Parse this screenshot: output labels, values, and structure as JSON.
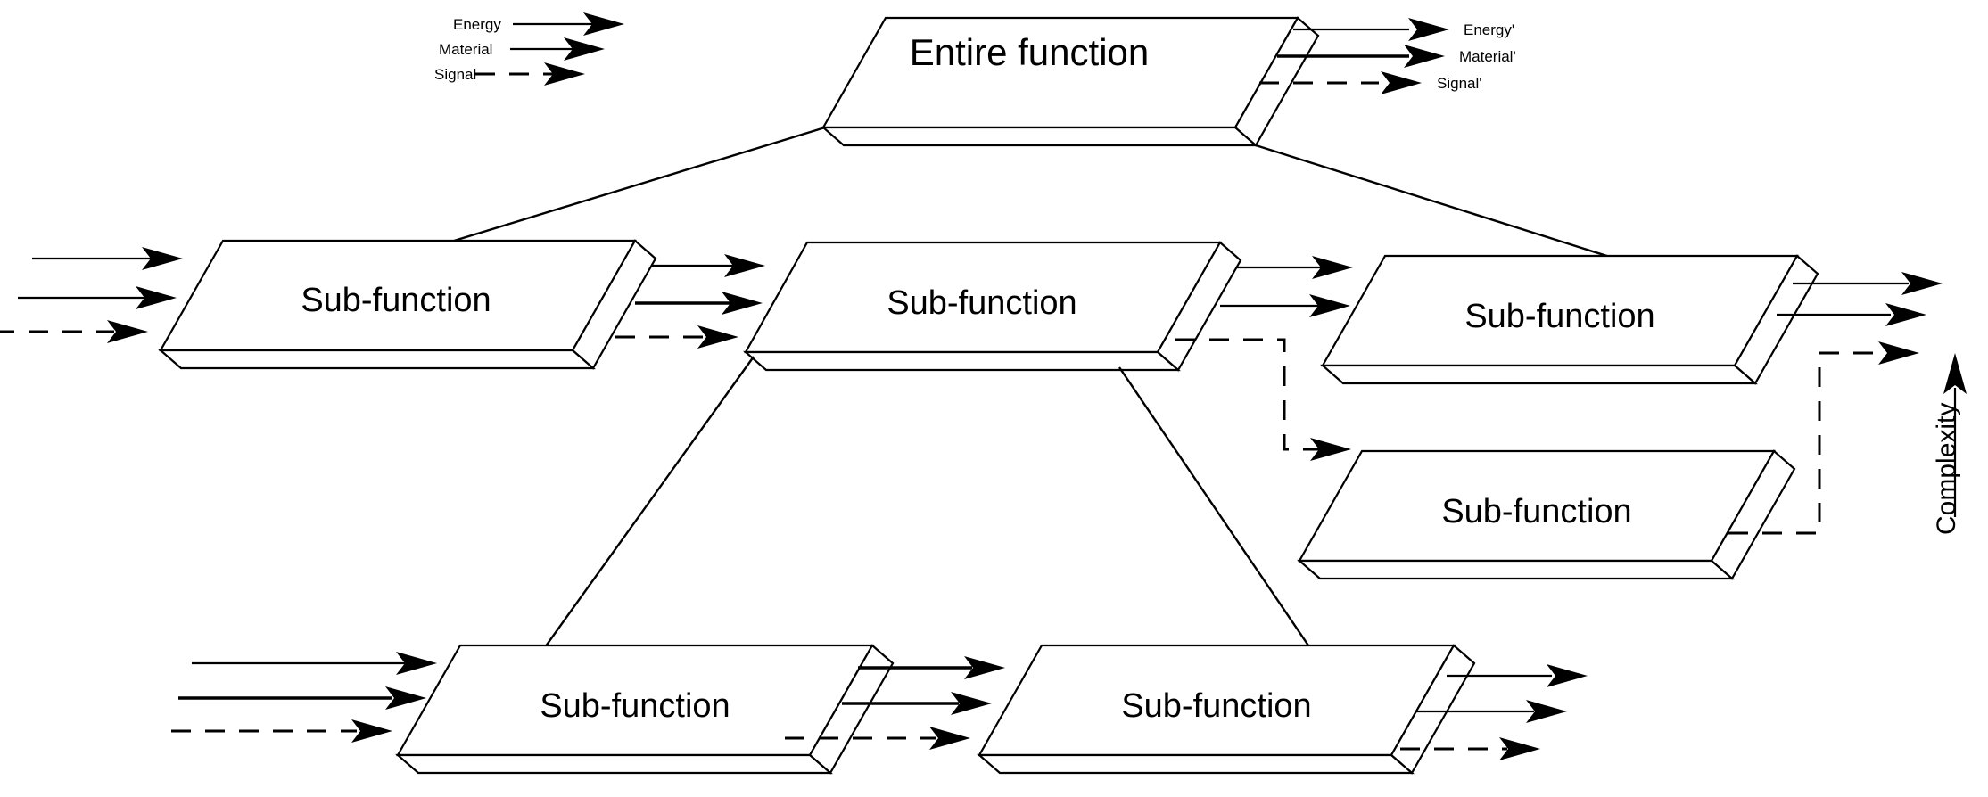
{
  "diagram": {
    "title_box": {
      "label": "Entire function"
    },
    "axis": {
      "label": "Complexity",
      "direction": "up",
      "icon": "up-arrow-icon"
    },
    "inputs": [
      {
        "name": "energy",
        "label": "Energy",
        "style": "solid"
      },
      {
        "name": "material",
        "label": "Material",
        "style": "solid"
      },
      {
        "name": "signal",
        "label": "Signal",
        "style": "dashed"
      }
    ],
    "outputs": [
      {
        "name": "energy-out",
        "label": "Energy'",
        "style": "solid"
      },
      {
        "name": "material-out",
        "label": "Material'",
        "style": "solid"
      },
      {
        "name": "signal-out",
        "label": "Signal'",
        "style": "dashed"
      }
    ],
    "levels": [
      {
        "name": "level-1",
        "boxes": [
          {
            "id": "entire-function",
            "label": "Entire function"
          }
        ]
      },
      {
        "name": "level-2",
        "boxes": [
          {
            "id": "sub-function-1",
            "label": "Sub-function"
          },
          {
            "id": "sub-function-2",
            "label": "Sub-function"
          },
          {
            "id": "sub-function-3",
            "label": "Sub-function"
          },
          {
            "id": "sub-function-4",
            "label": "Sub-function"
          }
        ]
      },
      {
        "name": "level-3",
        "boxes": [
          {
            "id": "sub-function-5",
            "label": "Sub-function"
          },
          {
            "id": "sub-function-6",
            "label": "Sub-function"
          }
        ]
      }
    ],
    "colors": {
      "line": "#000000",
      "fill": "#ffffff",
      "background": "#ffffff"
    }
  }
}
